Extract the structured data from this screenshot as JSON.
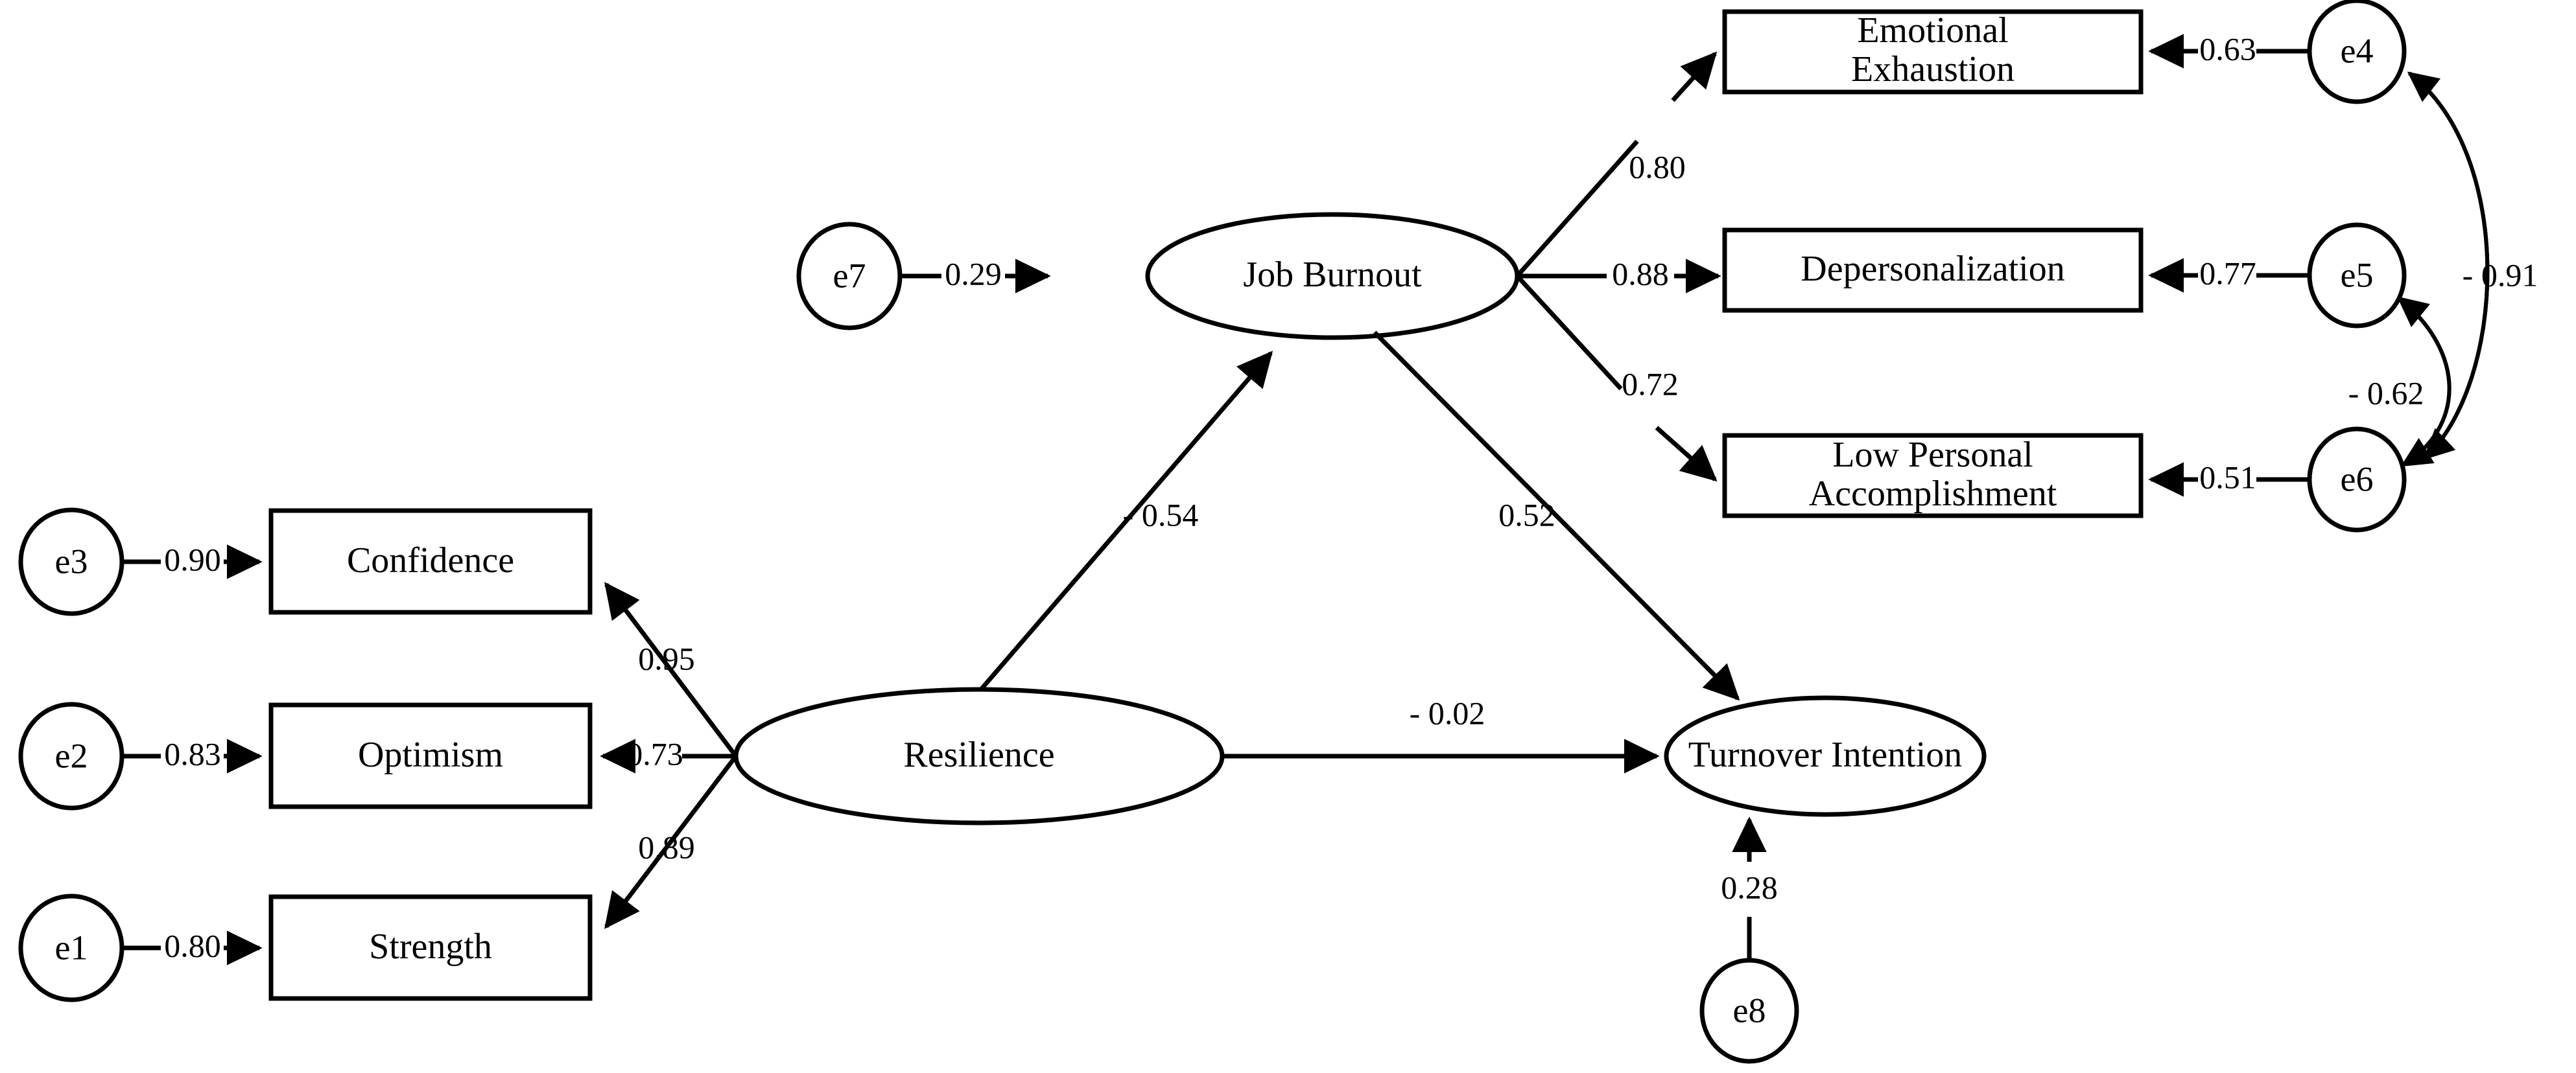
{
  "diagram": {
    "title": "Structural Equation Model: Resilience, Job Burnout and Turnover Intention",
    "type": "sem-path-diagram",
    "background_color": "#ffffff",
    "stroke_color": "#000000"
  },
  "latent_variables": [
    {
      "id": "resilience",
      "label": "Resilience"
    },
    {
      "id": "job_burnout",
      "label": "Job Burnout"
    },
    {
      "id": "turnover_intention",
      "label": "Turnover Intention"
    }
  ],
  "observed_variables": [
    {
      "id": "confidence",
      "label": "Confidence"
    },
    {
      "id": "optimism",
      "label": "Optimism"
    },
    {
      "id": "strength",
      "label": "Strength"
    },
    {
      "id": "emotional_exhaustion",
      "label_line1": "Emotional",
      "label_line2": "Exhaustion"
    },
    {
      "id": "depersonalization",
      "label": "Depersonalization"
    },
    {
      "id": "low_personal_accomplishment",
      "label_line1": "Low Personal",
      "label_line2": "Accomplishment"
    }
  ],
  "error_terms": [
    {
      "id": "e1",
      "label": "e1"
    },
    {
      "id": "e2",
      "label": "e2"
    },
    {
      "id": "e3",
      "label": "e3"
    },
    {
      "id": "e4",
      "label": "e4"
    },
    {
      "id": "e5",
      "label": "e5"
    },
    {
      "id": "e6",
      "label": "e6"
    },
    {
      "id": "e7",
      "label": "e7"
    },
    {
      "id": "e8",
      "label": "e8"
    }
  ],
  "chart_data": {
    "type": "diagram",
    "title": "Structural Equation Model",
    "nodes": [
      {
        "id": "e3",
        "label": "e3",
        "shape": "circle"
      },
      {
        "id": "e2",
        "label": "e2",
        "shape": "circle"
      },
      {
        "id": "e1",
        "label": "e1",
        "shape": "circle"
      },
      {
        "id": "confidence",
        "label": "Confidence",
        "shape": "rect"
      },
      {
        "id": "optimism",
        "label": "Optimism",
        "shape": "rect"
      },
      {
        "id": "strength",
        "label": "Strength",
        "shape": "rect"
      },
      {
        "id": "resilience",
        "label": "Resilience",
        "shape": "ellipse"
      },
      {
        "id": "job_burnout",
        "label": "Job Burnout",
        "shape": "ellipse"
      },
      {
        "id": "turnover_intention",
        "label": "Turnover Intention",
        "shape": "ellipse"
      },
      {
        "id": "emotional_exhaustion",
        "label": "Emotional Exhaustion",
        "shape": "rect"
      },
      {
        "id": "depersonalization",
        "label": "Depersonalization",
        "shape": "rect"
      },
      {
        "id": "low_personal_accomplishment",
        "label": "Low Personal Accomplishment",
        "shape": "rect"
      },
      {
        "id": "e4",
        "label": "e4",
        "shape": "circle"
      },
      {
        "id": "e5",
        "label": "e5",
        "shape": "circle"
      },
      {
        "id": "e6",
        "label": "e6",
        "shape": "circle"
      },
      {
        "id": "e7",
        "label": "e7",
        "shape": "circle"
      },
      {
        "id": "e8",
        "label": "e8",
        "shape": "circle"
      }
    ],
    "edges": [
      {
        "from": "e3",
        "to": "confidence",
        "value": "0.90",
        "kind": "error"
      },
      {
        "from": "e2",
        "to": "optimism",
        "value": "0.83",
        "kind": "error"
      },
      {
        "from": "e1",
        "to": "strength",
        "value": "0.80",
        "kind": "error"
      },
      {
        "from": "resilience",
        "to": "confidence",
        "value": "0.95",
        "kind": "loading"
      },
      {
        "from": "resilience",
        "to": "optimism",
        "value": "0.73",
        "kind": "loading"
      },
      {
        "from": "resilience",
        "to": "strength",
        "value": "0.89",
        "kind": "loading"
      },
      {
        "from": "resilience",
        "to": "job_burnout",
        "value": "- 0.54",
        "kind": "structural"
      },
      {
        "from": "resilience",
        "to": "turnover_intention",
        "value": "- 0.02",
        "kind": "structural"
      },
      {
        "from": "job_burnout",
        "to": "turnover_intention",
        "value": "0.52",
        "kind": "structural"
      },
      {
        "from": "e7",
        "to": "job_burnout",
        "value": "0.29",
        "kind": "error"
      },
      {
        "from": "e8",
        "to": "turnover_intention",
        "value": "0.28",
        "kind": "error"
      },
      {
        "from": "job_burnout",
        "to": "emotional_exhaustion",
        "value": "0.80",
        "kind": "loading"
      },
      {
        "from": "job_burnout",
        "to": "depersonalization",
        "value": "0.88",
        "kind": "loading"
      },
      {
        "from": "job_burnout",
        "to": "low_personal_accomplishment",
        "value": "0.72",
        "kind": "loading"
      },
      {
        "from": "e4",
        "to": "emotional_exhaustion",
        "value": "0.63",
        "kind": "error"
      },
      {
        "from": "e5",
        "to": "depersonalization",
        "value": "0.77",
        "kind": "error"
      },
      {
        "from": "e6",
        "to": "low_personal_accomplishment",
        "value": "0.51",
        "kind": "error"
      },
      {
        "from": "e4",
        "to": "e6",
        "value": "- 0.91",
        "kind": "covariance"
      },
      {
        "from": "e5",
        "to": "e6",
        "value": "- 0.62",
        "kind": "covariance"
      }
    ]
  },
  "path_labels": {
    "e3_confidence": "0.90",
    "e2_optimism": "0.83",
    "e1_strength": "0.80",
    "res_confidence": "0.95",
    "res_optimism": "0.73",
    "res_strength": "0.89",
    "res_burnout": "- 0.54",
    "res_turnover": "- 0.02",
    "burnout_turnover": "0.52",
    "e7_burnout": "0.29",
    "e8_turnover": "0.28",
    "burnout_ee": "0.80",
    "burnout_dp": "0.88",
    "burnout_lpa": "0.72",
    "e4_ee": "0.63",
    "e5_dp": "0.77",
    "e6_lpa": "0.51",
    "cov_e4_e6": "- 0.91",
    "cov_e5_e6": "- 0.62"
  },
  "node_labels": {
    "confidence": "Confidence",
    "optimism": "Optimism",
    "strength": "Strength",
    "resilience": "Resilience",
    "job_burnout": "Job Burnout",
    "turnover_intention": "Turnover Intention",
    "ee_line1": "Emotional",
    "ee_line2": "Exhaustion",
    "depersonalization": "Depersonalization",
    "lpa_line1": "Low Personal",
    "lpa_line2": "Accomplishment",
    "e1": "e1",
    "e2": "e2",
    "e3": "e3",
    "e4": "e4",
    "e5": "e5",
    "e6": "e6",
    "e7": "e7",
    "e8": "e8"
  }
}
